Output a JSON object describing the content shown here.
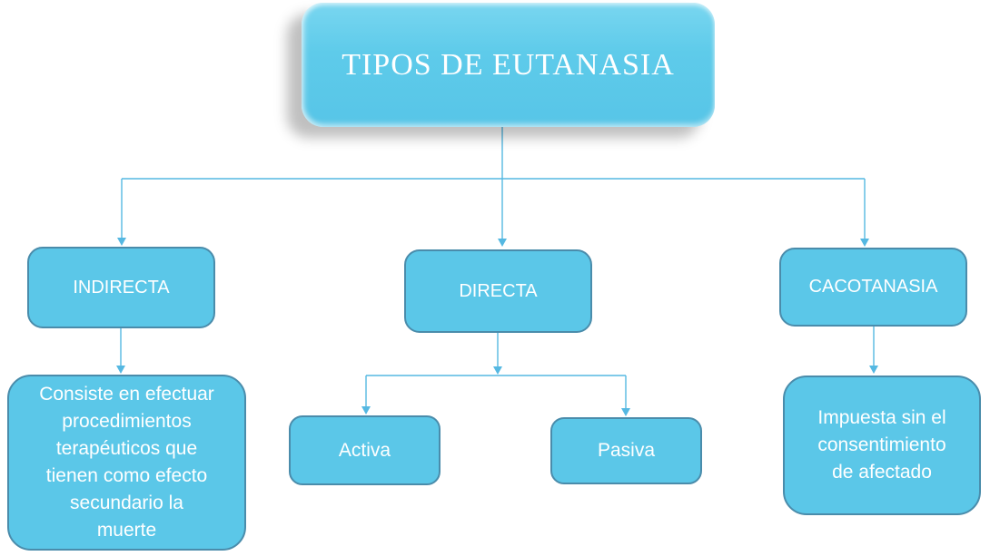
{
  "diagram": {
    "title": "TIPOS DE EUTANASIA",
    "level1": [
      {
        "id": "indirecta",
        "label": "INDIRECTA"
      },
      {
        "id": "directa",
        "label": "DIRECTA"
      },
      {
        "id": "cacotanasia",
        "label": "CACOTANASIA"
      }
    ],
    "directa_children": [
      {
        "id": "activa",
        "label": "Activa"
      },
      {
        "id": "pasiva",
        "label": "Pasiva"
      }
    ],
    "descriptions": {
      "indirecta": "Consiste en efectuar\nprocedimientos\nterapéuticos que\ntienen como efecto\nsecundario la\nmuerte",
      "cacotanasia": "Impuesta sin el\nconsentimiento\nde afectado"
    },
    "colors": {
      "background": "#ffffff",
      "node_fill": "#5bc7e8",
      "node_border": "#4a8cab",
      "title_fill": "#5ecbea",
      "connector": "#55b8e2",
      "text": "#ffffff"
    }
  }
}
